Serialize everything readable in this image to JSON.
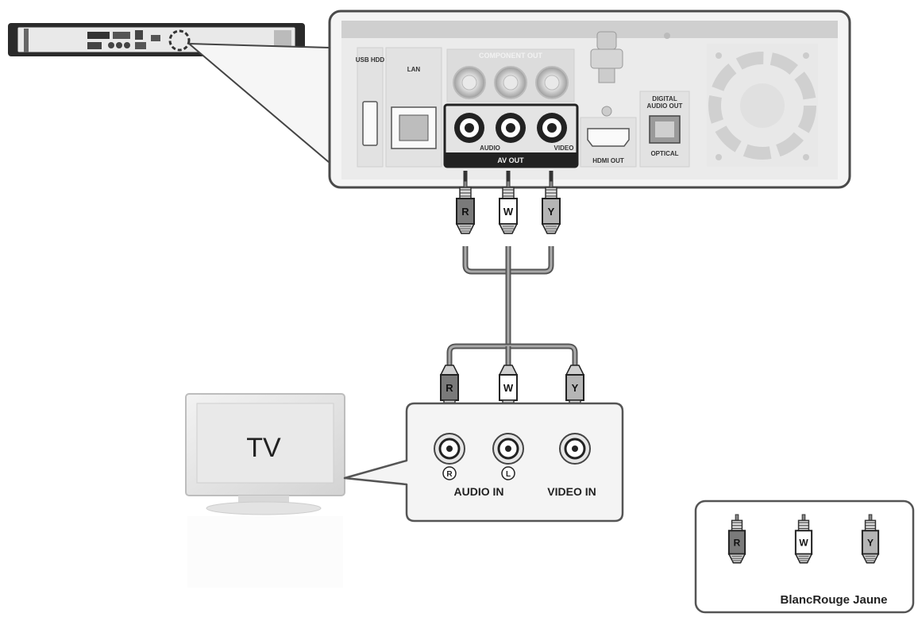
{
  "device": {
    "usb_label": "USB HDD",
    "lan_label": "LAN",
    "component_label": "COMPONENT OUT",
    "audio_label": "AUDIO",
    "video_label": "VIDEO",
    "av_out_label": "AV OUT",
    "hdmi_label": "HDMI OUT",
    "digital_label_1": "DIGITAL",
    "digital_label_2": "AUDIO OUT",
    "optical_label": "OPTICAL"
  },
  "cable": {
    "plugs": [
      {
        "letter": "R",
        "color": "#7a7a7a"
      },
      {
        "letter": "W",
        "color": "#ffffff"
      },
      {
        "letter": "Y",
        "color": "#b5b5b5"
      }
    ]
  },
  "tv": {
    "screen_label": "TV",
    "audio_in_label": "AUDIO IN",
    "video_in_label": "VIDEO IN",
    "right_mark": "R",
    "left_mark": "L"
  },
  "legend": {
    "plugs": [
      {
        "letter": "R",
        "color": "#7a7a7a"
      },
      {
        "letter": "W",
        "color": "#ffffff"
      },
      {
        "letter": "Y",
        "color": "#b5b5b5"
      }
    ],
    "caption": "BlancRouge Jaune"
  },
  "colors": {
    "panel_fill": "#f4f4f4",
    "panel_stroke": "#555555",
    "dark_band": "#222222"
  }
}
